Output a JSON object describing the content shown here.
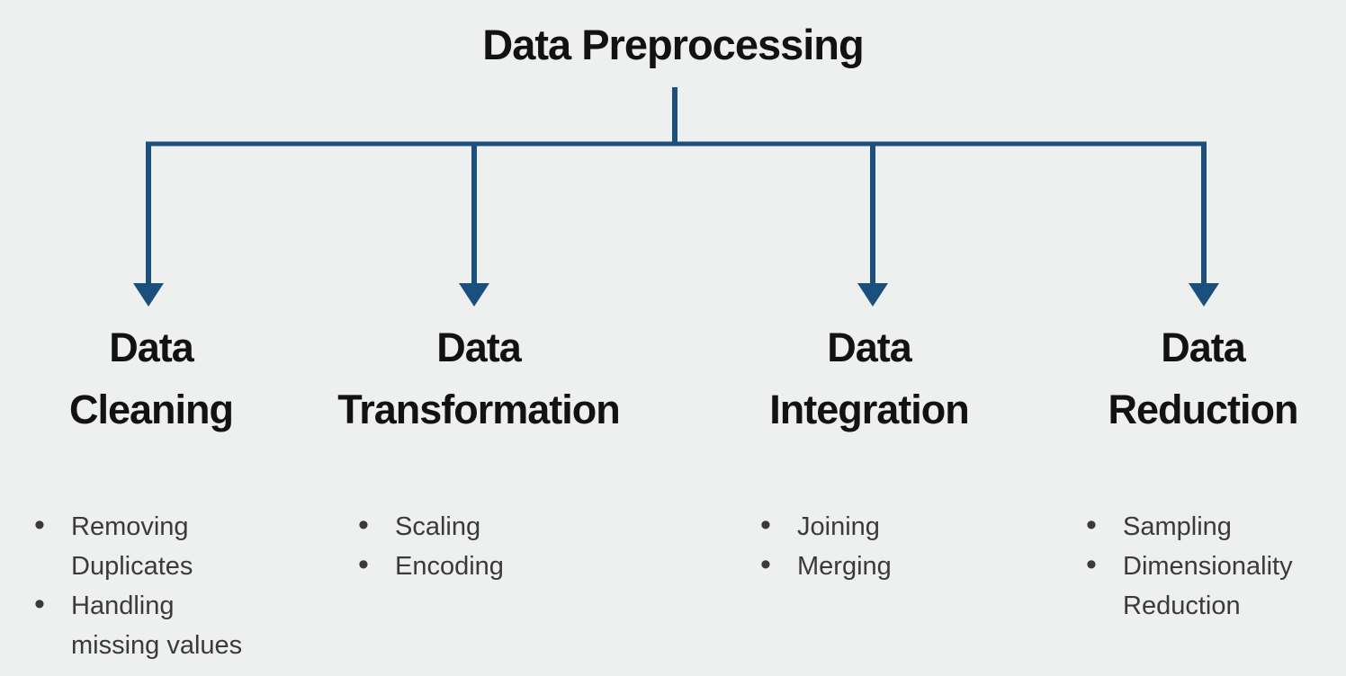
{
  "diagram": {
    "title": "Data Preprocessing",
    "branches": [
      {
        "label_line1": "Data",
        "label_line2": "Cleaning",
        "items": [
          "Removing Duplicates",
          "Handling missing values"
        ]
      },
      {
        "label_line1": "Data",
        "label_line2": "Transformation",
        "items": [
          "Scaling",
          "Encoding"
        ]
      },
      {
        "label_line1": "Data",
        "label_line2": "Integration",
        "items": [
          "Joining",
          "Merging"
        ]
      },
      {
        "label_line1": "Data",
        "label_line2": "Reduction",
        "items": [
          "Sampling",
          "Dimensionality Reduction"
        ]
      }
    ],
    "colors": {
      "background": "#edf0ee",
      "connector": "#1b4f7d",
      "title_text": "#121212",
      "heading_text": "#121212",
      "list_text": "#3a3a3a"
    }
  }
}
